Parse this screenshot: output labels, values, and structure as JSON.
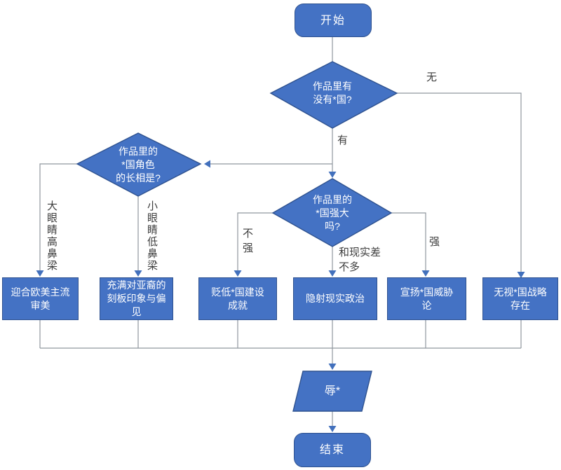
{
  "diagram": {
    "type": "flowchart",
    "colors": {
      "shape_fill": "#4472C4",
      "shape_border": "#2F528F",
      "connector": "#8f969e",
      "arrowhead": "#4270BC",
      "shape_text": "#ffffff",
      "label_text": "#3d3d3d"
    },
    "nodes": {
      "start": {
        "type": "terminator",
        "label": "开始"
      },
      "decision_has_country": {
        "type": "decision",
        "label": "作品里有\n没有*国?"
      },
      "decision_appearance": {
        "type": "decision",
        "label": "作品里的\n*国角色\n的长相是?"
      },
      "decision_strong": {
        "type": "decision",
        "label": "作品里的\n*国强大\n吗?"
      },
      "process_cater": {
        "type": "process",
        "label": "迎合欧美主流\n审美"
      },
      "process_stereotype": {
        "type": "process",
        "label": "充满对亚裔的\n刻板印象与偏\n见"
      },
      "process_belittle": {
        "type": "process",
        "label": "贬低*国建设\n成就"
      },
      "process_allude": {
        "type": "process",
        "label": "隐射现实政治"
      },
      "process_threat": {
        "type": "process",
        "label": "宣扬*国威胁\n论"
      },
      "process_ignore": {
        "type": "process",
        "label": "无视*国战略\n存在"
      },
      "io_result": {
        "type": "parallelogram",
        "label": "辱*"
      },
      "end": {
        "type": "terminator",
        "label": "结束"
      }
    },
    "edge_labels": {
      "none": "无",
      "yes": "有",
      "big_eyes": "大眼睛高鼻梁",
      "small_eyes": "小眼睛低鼻梁",
      "not_strong": "不\n强",
      "similar": "和现实差\n不多",
      "strong": "强"
    }
  }
}
